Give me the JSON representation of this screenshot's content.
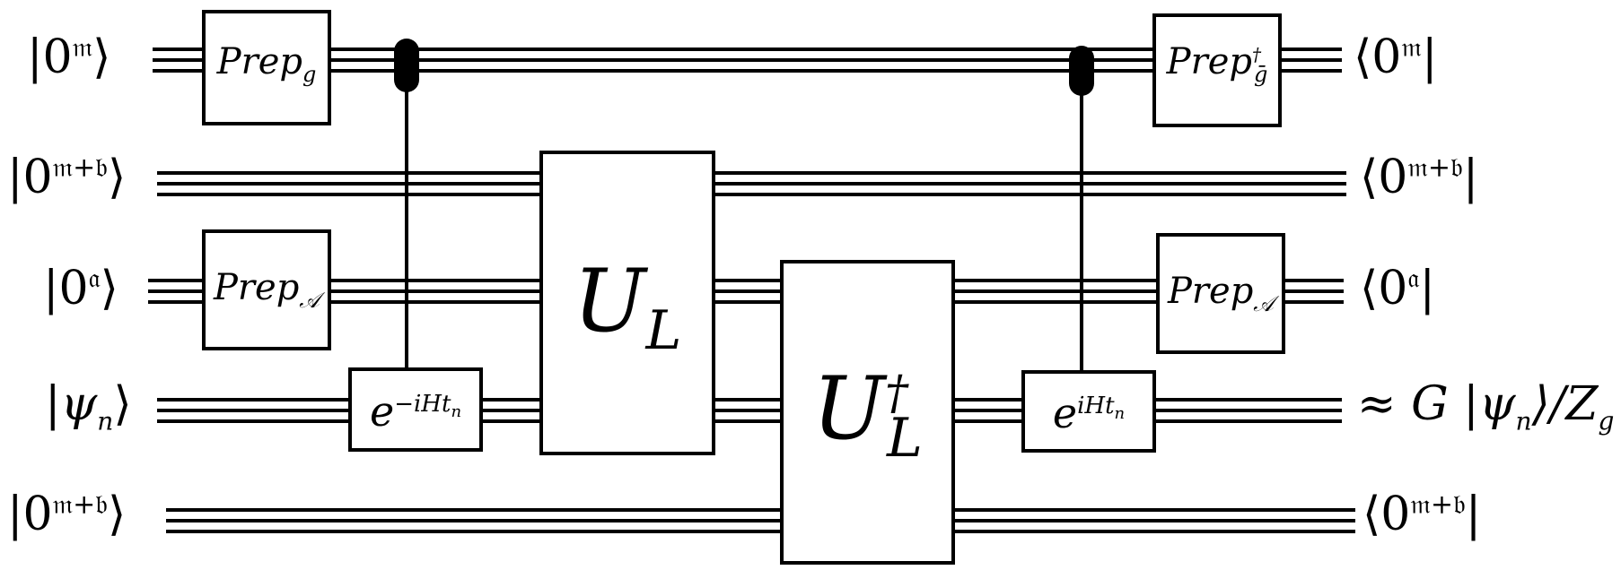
{
  "inputs": {
    "q0": "|0",
    "q0_sup": "𝔪",
    "q1": "|0",
    "q1_sup": "𝔪+𝔟",
    "q2": "|0",
    "q2_sup": "𝔞",
    "q3": "|ψ",
    "q3_sub": "n",
    "q4": "|0",
    "q4_sup": "𝔪+𝔟",
    "ket_close": "⟩"
  },
  "outputs": {
    "q0": "⟨0",
    "q0_sup": "𝔪",
    "q1": "⟨0",
    "q1_sup": "𝔪+𝔟",
    "q2": "⟨0",
    "q2_sup": "𝔞",
    "q3_prefix": "≈ G |ψ",
    "q3_sub": "n",
    "q3_suffix": "⟩/Z",
    "q3_suffix_sub": "g",
    "q4": "⟨0",
    "q4_sup": "𝔪+𝔟",
    "bra_close": "|"
  },
  "gates": {
    "prep_g": "Prep",
    "prep_g_sub": "g",
    "prep_a": "Prep",
    "prep_a_sub": "𝒜",
    "exp_neg": "e",
    "exp_neg_sup": "−iHt",
    "exp_neg_sup_sub": "n",
    "u_l": "U",
    "u_l_sub": "L",
    "u_l_dag": "U",
    "u_l_dag_sup": "†",
    "u_l_dag_sub": "L",
    "exp_pos": "e",
    "exp_pos_sup": "iHt",
    "exp_pos_sup_sub": "n",
    "prep_g_dag": "Prep",
    "prep_g_dag_sup": "†",
    "prep_g_dag_sub": "ḡ",
    "prep_a_out": "Prep",
    "prep_a_out_sub": "𝒜"
  }
}
